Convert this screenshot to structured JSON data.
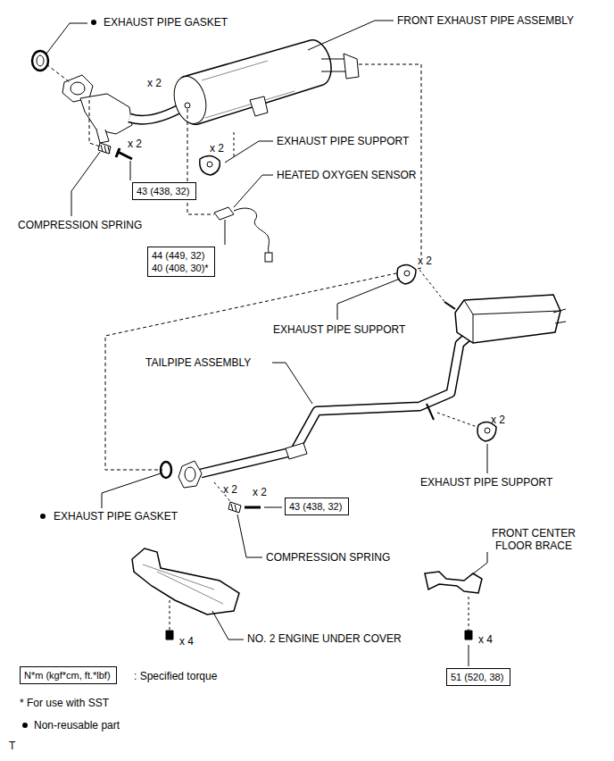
{
  "diagram": {
    "nodes": [
      {
        "text": [
          "43 (438, 32)"
        ]
      },
      {
        "text": [
          "44 (449, 32)",
          "40 (408, 30)*"
        ]
      },
      {
        "text": [
          "43 (438, 32)"
        ]
      },
      {
        "text": [
          "51 (520, 38)"
        ]
      },
      {
        "text": [
          "N*m (kgf*cm, ft.*lbf)"
        ]
      }
    ],
    "labels": [
      "EXHAUST PIPE GASKET",
      "FRONT EXHAUST PIPE ASSEMBLY",
      "x 2",
      "x 2",
      "x 2",
      "EXHAUST PIPE SUPPORT",
      "HEATED OXYGEN SENSOR",
      "COMPRESSION SPRING",
      "x 2",
      "EXHAUST PIPE SUPPORT",
      "TAILPIPE ASSEMBLY",
      "x 2",
      "EXHAUST PIPE SUPPORT",
      "x 2",
      "x 2",
      "EXHAUST PIPE GASKET",
      "COMPRESSION SPRING",
      "FRONT CENTER FLOOR BRACE",
      "x 4",
      "NO. 2 ENGINE UNDER COVER",
      "x 4",
      ": Specified torque",
      "* For use with SST",
      "Non-reusable part",
      "T"
    ]
  }
}
